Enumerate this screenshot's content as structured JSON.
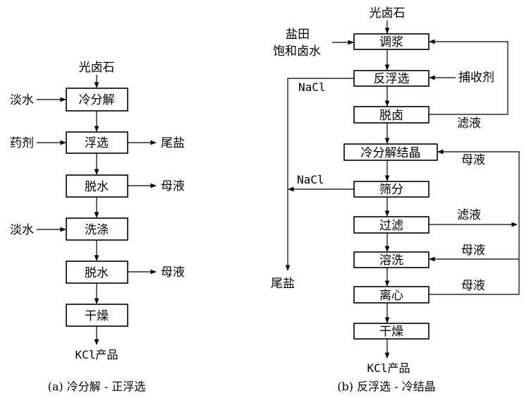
{
  "diagram_a": {
    "caption": "(a) 冷分解 - 正浮选",
    "input_top": "光卤石",
    "boxes": [
      "冷分解",
      "浮选",
      "脱水",
      "洗涤",
      "脱水",
      "干燥"
    ],
    "left_inputs": [
      "淡水",
      "药剂",
      "淡水"
    ],
    "right_outputs": [
      "尾盐",
      "母液",
      "母液"
    ],
    "product": "KCl产品"
  },
  "diagram_b": {
    "caption": "(b) 反浮选 - 冷结晶",
    "input_top": "光卤石",
    "boxes": [
      "调浆",
      "反浮选",
      "脱卤",
      "冷分解结晶",
      "筛分",
      "过滤",
      "溶洗",
      "离心",
      "干燥"
    ],
    "left_input_line1": "盐田",
    "left_input_line2": "饱和卤水",
    "collector": "捕收剂",
    "nacl_1": "NaCl",
    "nacl_2": "NaCl",
    "tail_salt": "尾盐",
    "filtrate_1": "滤液",
    "mother_liquor_1": "母液",
    "filtrate_2": "滤液",
    "mother_liquor_2": "母液",
    "mother_liquor_3": "母液",
    "product": "KCl产品"
  }
}
